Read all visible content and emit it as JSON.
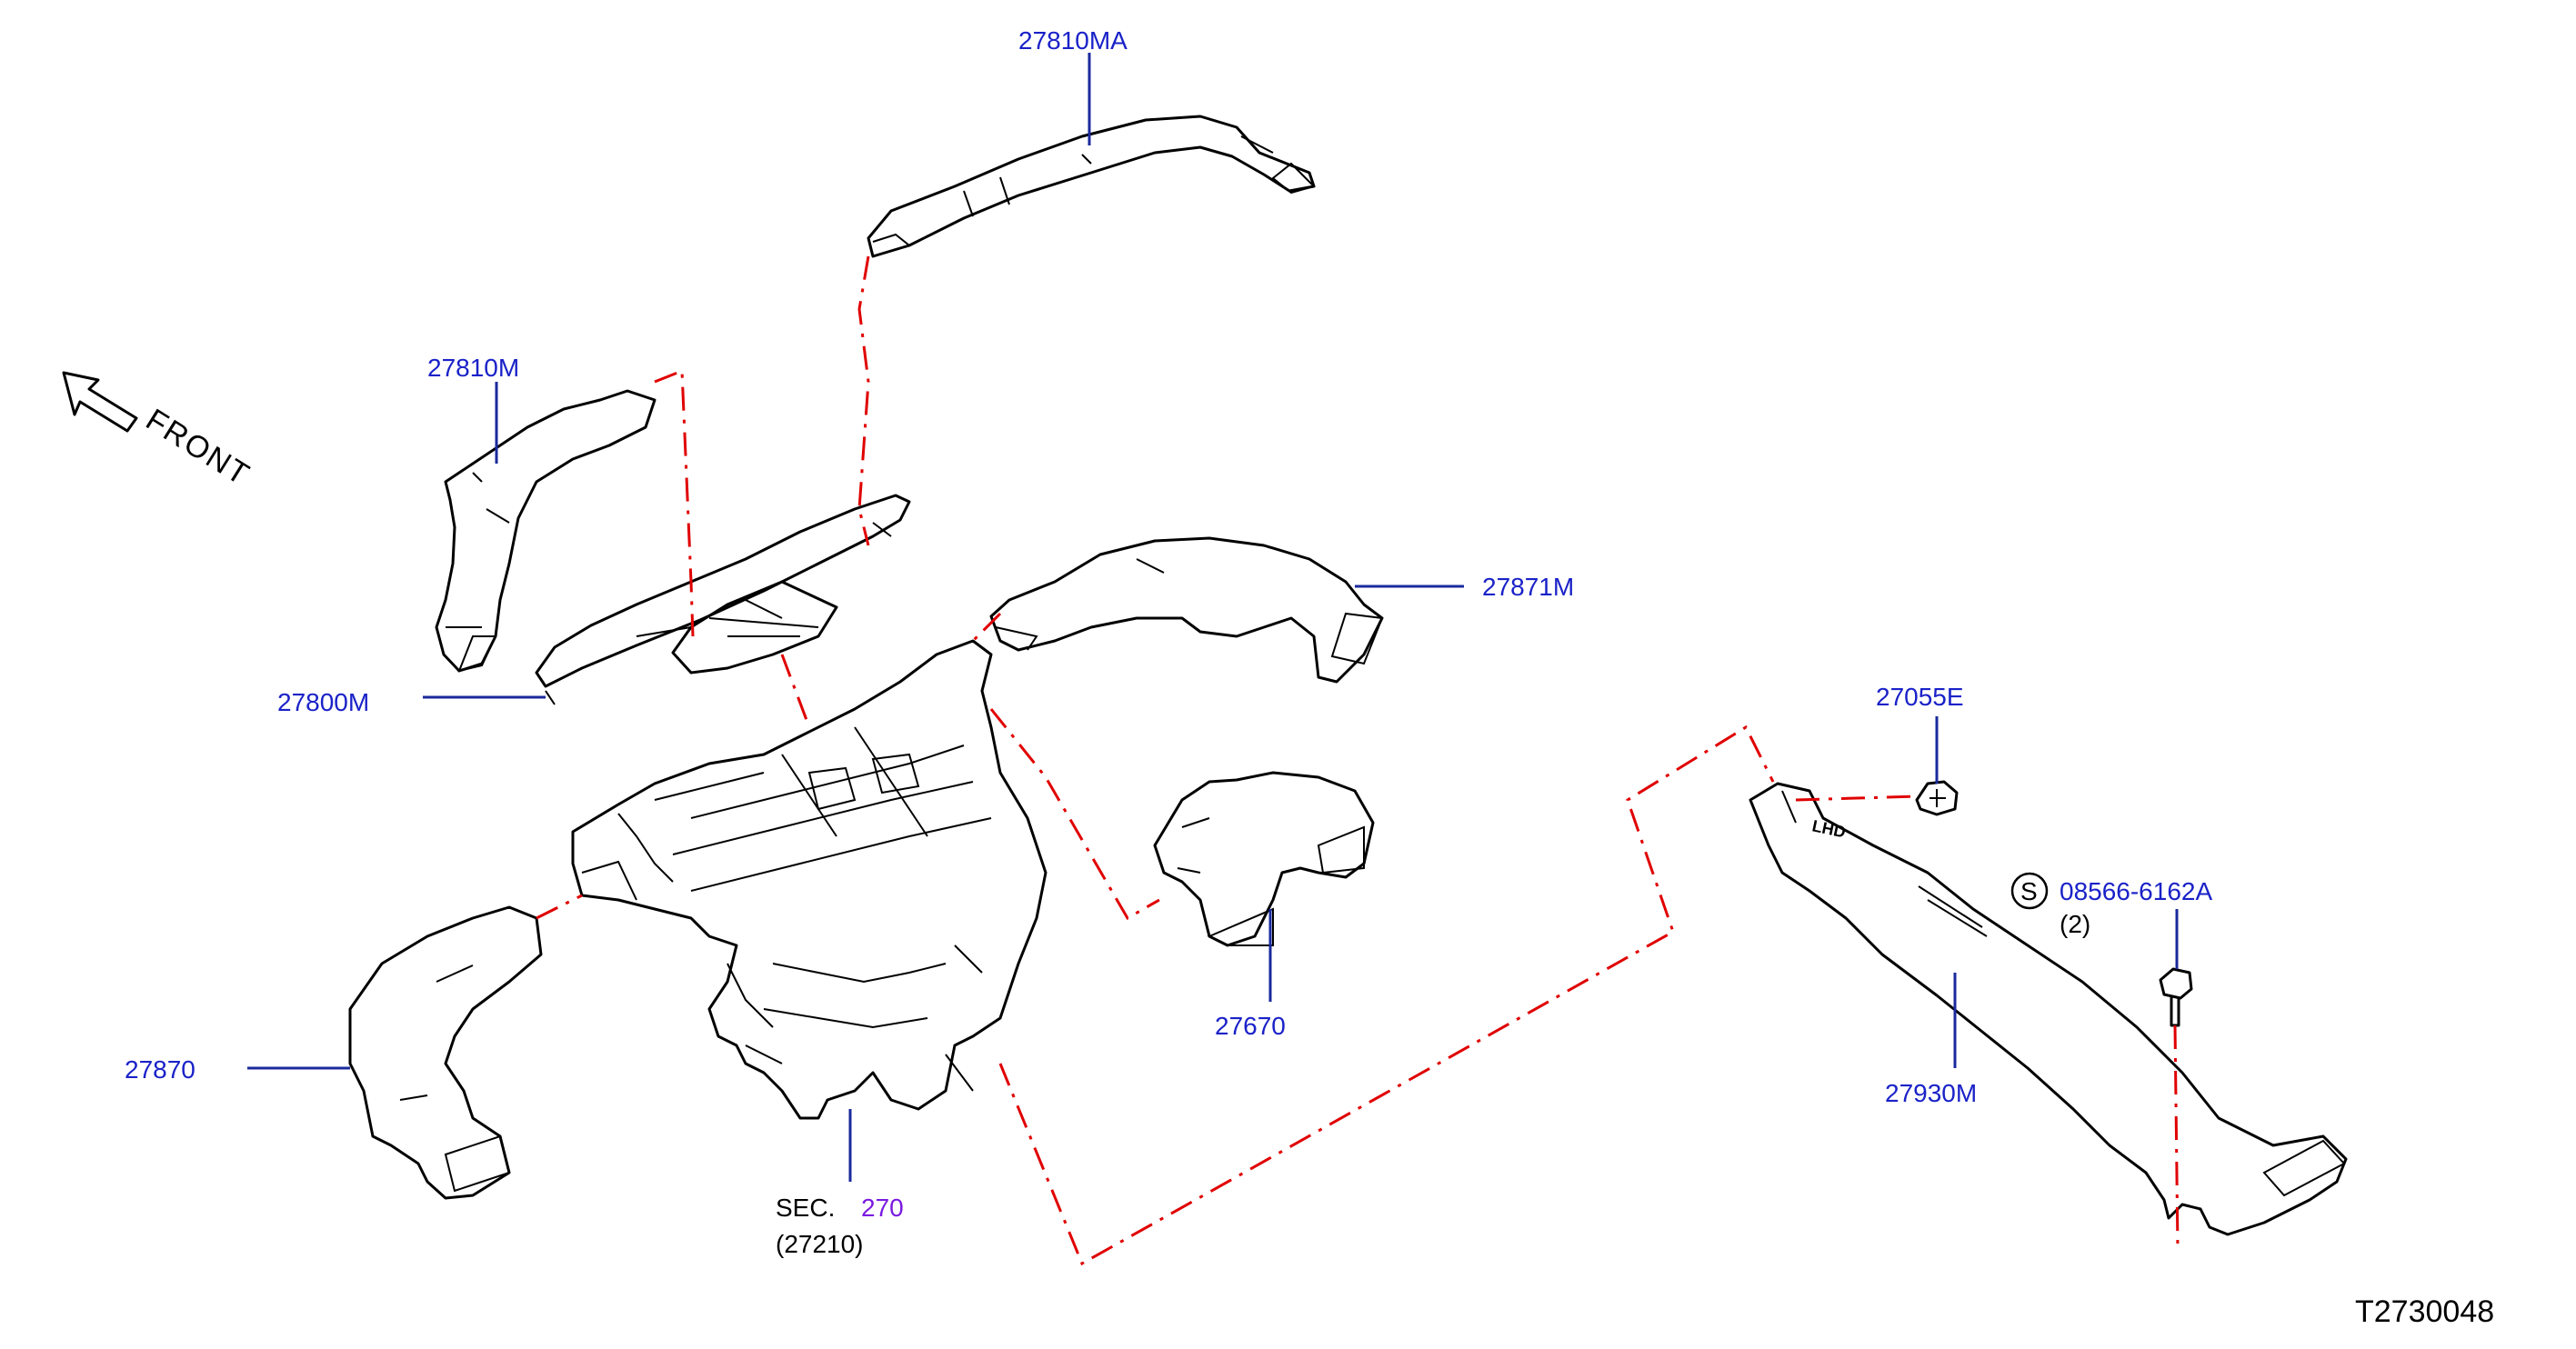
{
  "labels": {
    "p27810MA": "27810MA",
    "p27810M": "27810M",
    "p27800M": "27800M",
    "p27871M": "27871M",
    "p27055E": "27055E",
    "p08566": "08566-6162A",
    "p08566_qty": "(2)",
    "s_symbol": "S",
    "p27670": "27670",
    "p27870": "27870",
    "p27930M": "27930M",
    "sec_prefix": "SEC.",
    "sec_number": "270",
    "sec_sub": "(27210)",
    "front": "FRONT",
    "diagram_code": "T2730048"
  },
  "stamps": {
    "lhd": "LHD"
  },
  "colors": {
    "label_blue": "#1a22c8",
    "section_purple": "#7a1ae0",
    "dash_red": "#e00000",
    "line_black": "#000000"
  }
}
